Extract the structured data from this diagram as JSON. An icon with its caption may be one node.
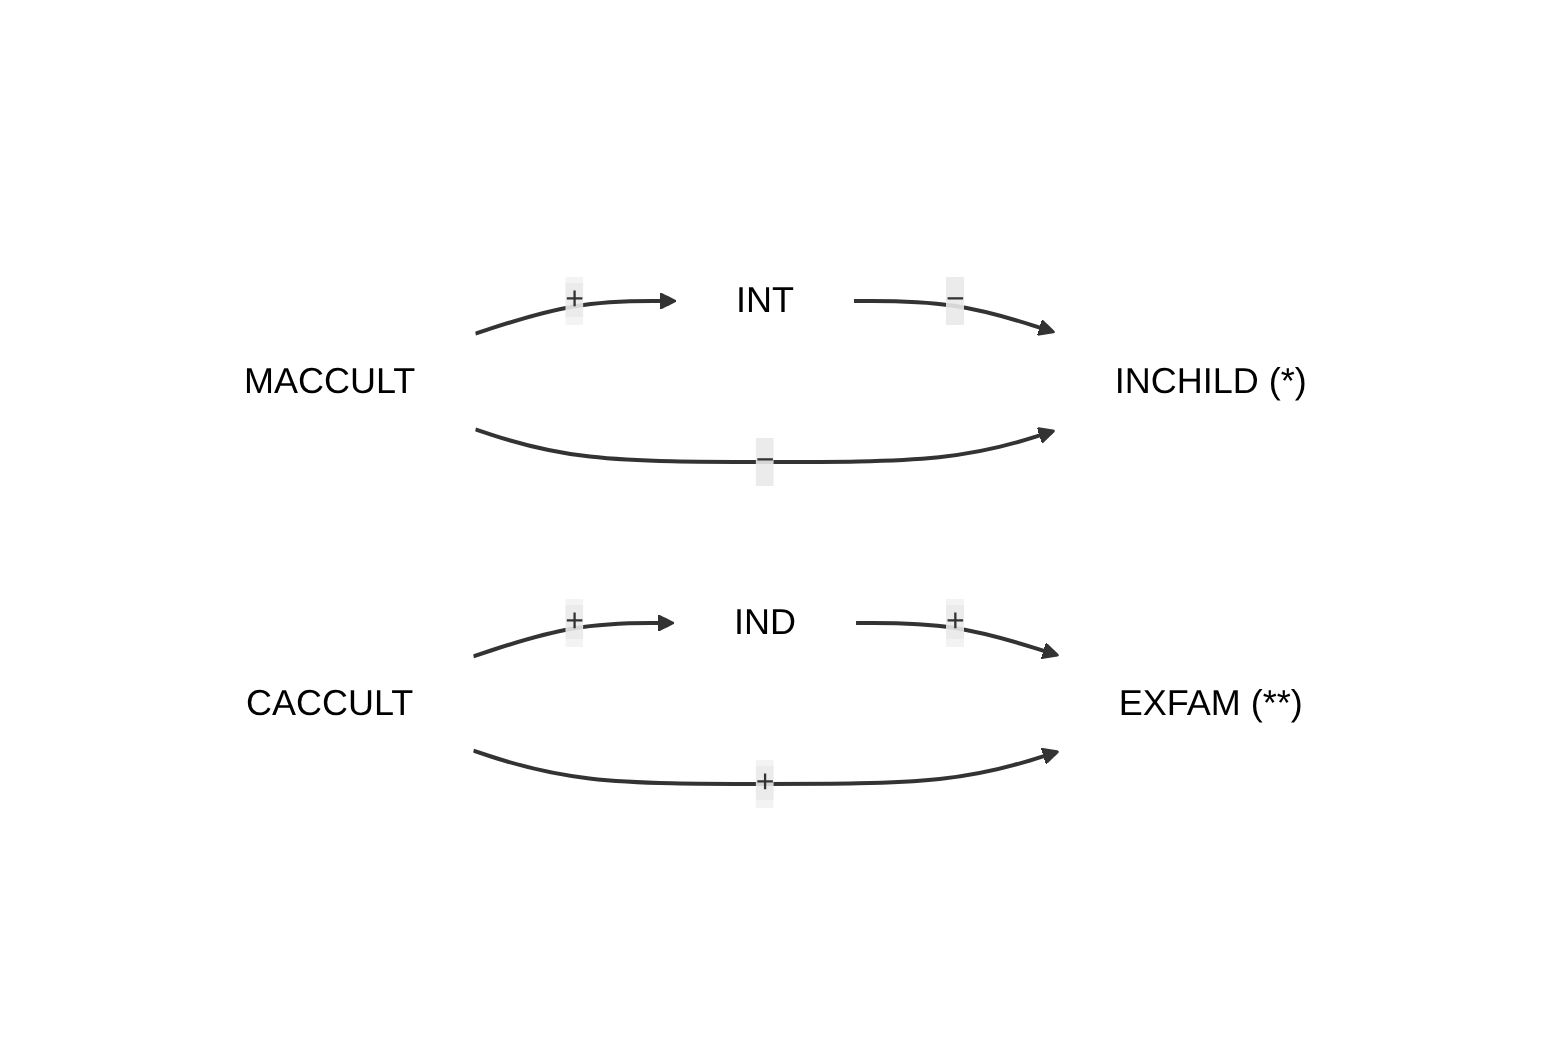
{
  "diagram": {
    "nodes": [
      {
        "text": [
          "MACCULT"
        ]
      },
      {
        "text": [
          "INT"
        ]
      },
      {
        "text": [
          "INCHILD (*)"
        ]
      },
      {
        "text": [
          "CACCULT"
        ]
      },
      {
        "text": [
          "IND"
        ]
      },
      {
        "text": [
          "EXFAM (**)"
        ]
      }
    ],
    "edges": [
      {
        "from": 0,
        "to": 1,
        "arrow": "to",
        "label": "+"
      },
      {
        "from": 1,
        "to": 2,
        "arrow": "to",
        "label": "−"
      },
      {
        "from": 0,
        "to": 2,
        "arrow": "to",
        "label": "−"
      },
      {
        "from": 3,
        "to": 4,
        "arrow": "to",
        "label": "+"
      },
      {
        "from": 4,
        "to": 5,
        "arrow": "to",
        "label": "+"
      },
      {
        "from": 3,
        "to": 5,
        "arrow": "to",
        "label": "+"
      }
    ]
  }
}
